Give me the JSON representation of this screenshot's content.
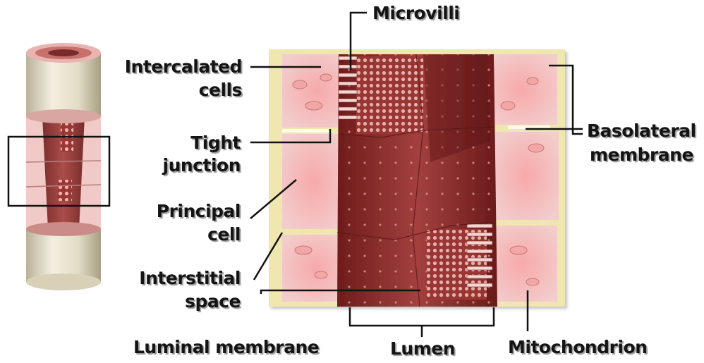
{
  "labels": {
    "microvilli": "Microvilli",
    "intercalated_1": "Intercalated",
    "intercalated_2": "cells",
    "tight_1": "Tight",
    "tight_2": "junction",
    "principal_1": "Principal",
    "principal_2": "cell",
    "interstitial_1": "Interstitial",
    "interstitial_2": "space",
    "basolateral_1": "Basolateral",
    "basolateral_2": "membrane",
    "luminal": "Luminal membrane",
    "lumen": "Lumen",
    "mitochondrion": "Mitochondrion"
  },
  "colors": {
    "cell_pink": "#f4b8b8",
    "lumen_red": "#8e2a2a",
    "tube_cream": "#e9e4cf",
    "basement_yellow": "#efe6a8",
    "ink": "#141414"
  }
}
